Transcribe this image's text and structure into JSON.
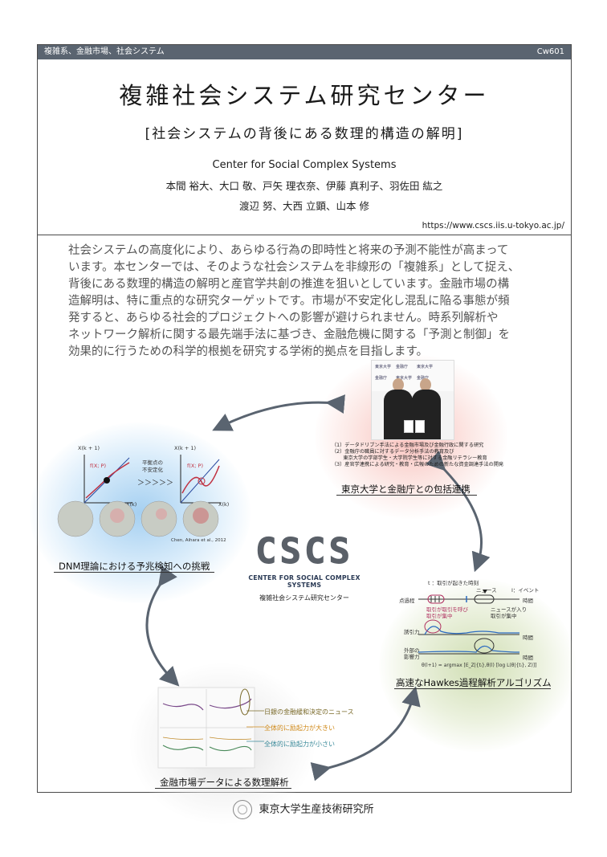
{
  "topbar": {
    "category": "複雑系、金融市場、社会システム",
    "code": "Cw601"
  },
  "header": {
    "title": "複雑社会システム研究センター",
    "subtitle": "[社会システムの背後にある数理的構造の解明]",
    "english": "Center for Social Complex Systems",
    "authors_line1": "本間 裕大、大口 敬、戸矢 理衣奈、伊藤 真利子、羽佐田 紘之",
    "authors_line2": "渡辺 努、大西 立顕、山本 修",
    "url": "https://www.cscs.iis.u-tokyo.ac.jp/"
  },
  "intro": {
    "lines": [
      "社会システムの高度化により、あらゆる行為の即時性と将来の予測不能性が高まって",
      "います。本センターでは、そのような社会システムを非線形の「複雑系」として捉え、",
      "背後にある数理的構造の解明と産官学共創の推進を狙いとしています。金融市場の構",
      "造解明は、特に重点的な研究ターゲットです。市場が不安定化し混乱に陥る事態が頻",
      "発すると、あらゆる社会的プロジェクトへの影響が避けられません。時系列解析や",
      "ネットワーク解析に関する最先端手法に基づき、金融危機に関する「予測と制御」を",
      "効果的に行うための科学的根拠を研究する学術的拠点を目指します。"
    ]
  },
  "blocks": {
    "partnership": {
      "caption": "東京大学と金融庁との包括連携",
      "photo_logos": [
        "東京大学",
        "金融庁",
        "東京大学",
        "金融庁",
        "東京大学",
        "金融庁"
      ],
      "items": [
        "（1）データドリブン手法による金融市場及び金融行政に関する研究",
        "（2）金融庁の職員に対するデータ分析手法の教育及び",
        "　　 東京大学の学部学生・大学院学生等に対する金融リテラシー教育",
        "（3）産官学連携による研究・教育・広報のための新たな資金調達手法の開発"
      ]
    },
    "dnm": {
      "caption": "DNM理論における予兆検知への挑戦",
      "axis_y": "X(k + 1)",
      "axis_x": "X(k)",
      "func_label": "f(X; P)",
      "middle_text_1": "平衡点の",
      "middle_text_2": "不安定化",
      "arrows": "＞＞＞＞＞",
      "citation": "Chen, Aihara et al., 2012"
    },
    "logo": {
      "mark": "CSCS",
      "english": "CENTER FOR SOCIAL COMPLEX SYSTEMS",
      "japanese": "複雑社会システム研究センター"
    },
    "hawkes": {
      "caption": "高速なHawkes過程解析アルゴリズム",
      "t_label": "t ：取引が起きた時刻",
      "news": "ニュース",
      "event": "I：イベント",
      "row1": "点過程",
      "row2": "誘引力",
      "row3": "外部の",
      "row3b": "影響力",
      "time": "時間",
      "note_left_1": "取引が取引を呼び",
      "note_left_2": "取引が集中",
      "note_right_1": "ニュースが入り",
      "note_right_2": "取引が集中",
      "formula": "θ(l+1) = argmax [E_Z|{tᵢ},θ(l) [log L(θ|{tᵢ}, Z)]]"
    },
    "market": {
      "caption": "金融市場データによる数理解析",
      "ann1": "日銀の金融緩和決定のニュース",
      "ann2": "全体的に励起力が大きい",
      "ann3": "全体的に励起力が小さい",
      "ann1_color": "#7a6a2a",
      "ann2_color": "#d08a1a",
      "ann3_color": "#3a8a9a"
    }
  },
  "footer": {
    "institution": "東京大学生産技術研究所"
  }
}
